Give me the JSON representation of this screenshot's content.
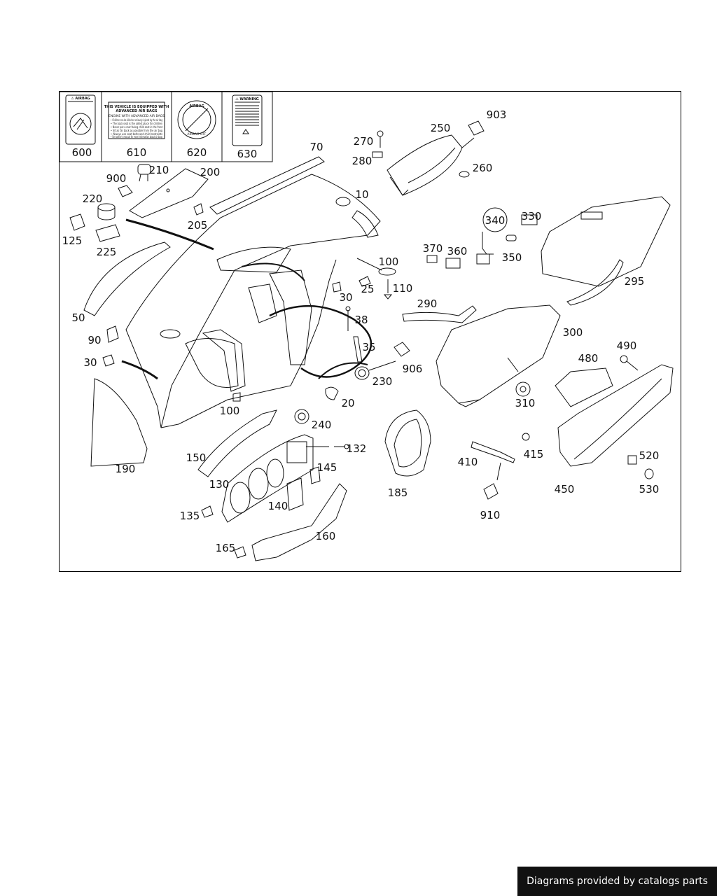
{
  "labels": {
    "l600": "600",
    "l610": "610",
    "l620": "620",
    "l630": "630",
    "l70": "70",
    "l270": "270",
    "l280": "280",
    "l250": "250",
    "l903": "903",
    "l260": "260",
    "l900": "900",
    "l210": "210",
    "l200": "200",
    "l220": "220",
    "l205": "205",
    "l10": "10",
    "l125": "125",
    "l225": "225",
    "l340": "340",
    "l330": "330",
    "l370": "370",
    "l360": "360",
    "l350": "350",
    "l100a": "100",
    "l25": "25",
    "l110": "110",
    "l30a": "30",
    "l295": "295",
    "l290": "290",
    "l50": "50",
    "l38": "38",
    "l300": "300",
    "l90": "90",
    "l35": "35",
    "l490": "490",
    "l480": "480",
    "l30b": "30",
    "l906": "906",
    "l230": "230",
    "l20": "20",
    "l310": "310",
    "l100b": "100",
    "l240": "240",
    "l190": "190",
    "l132": "132",
    "l150": "150",
    "l185": "185",
    "l145": "145",
    "l410": "410",
    "l415": "415",
    "l520": "520",
    "l130": "130",
    "l450": "450",
    "l530": "530",
    "l140": "140",
    "l135": "135",
    "l910": "910",
    "l160": "160",
    "l165": "165"
  },
  "warning_labels": {
    "s600_title": "⚠ AIRBAG",
    "s610_line1": "THIS VEHICLE IS EQUIPPED WITH",
    "s610_line2": "ADVANCED AIR BAGS",
    "s610_line3": "ENGINE WITH ADVANCED AIR BAGS",
    "s610_b1": "• Children can be killed or seriously injured by the air bag",
    "s610_b2": "• The back seat is the safest place for children",
    "s610_b3": "• Never put a rear-facing child seat in the front",
    "s610_b4": "• Sit as far back as possible from the air bag",
    "s610_b5": "• Always use seat belts and child restraints",
    "s610_b6": "• See owner's manual for more information about air bags",
    "s620_top": "AIRBAG",
    "s620_bottom": "AIRBAG OFF",
    "s630_title": "⚠ WARNING"
  },
  "footer": {
    "text": "Diagrams provided by catalogs parts"
  }
}
